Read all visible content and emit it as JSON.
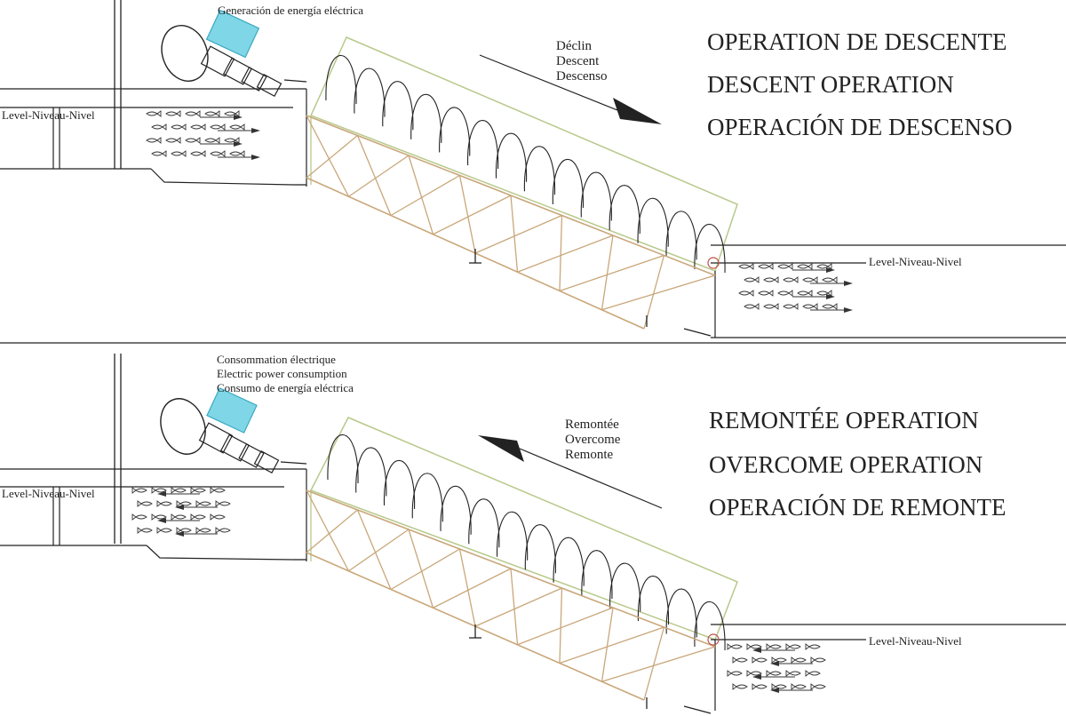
{
  "top": {
    "generation_label": "Generación de energía eléctrica",
    "direction_labels": [
      "Déclin",
      "Descent",
      "Descenso"
    ],
    "operation_titles": [
      "OPERATION DE DESCENTE",
      "DESCENT OPERATION",
      "OPERACIÓN DE DESCENSO"
    ],
    "level_left": "Level-Niveau-Nivel",
    "level_right": "Level-Niveau-Nivel"
  },
  "bottom": {
    "consumption_labels": [
      "Consommation électrique",
      "Electric power consumption",
      "Consumo de energía eléctrica"
    ],
    "direction_labels": [
      "Remontée",
      "Overcome",
      "Remonte"
    ],
    "operation_titles": [
      "REMONTÉE OPERATION",
      "OVERCOME OPERATION",
      "OPERACIÓN DE REMONTE"
    ],
    "level_left": "Level-Niveau-Nivel",
    "level_right": "Level-Niveau-Nivel"
  },
  "colors": {
    "line": "#222222",
    "truss": "#c9a77a",
    "frame": "#b7c98a",
    "generator": "#7fd6e6"
  }
}
